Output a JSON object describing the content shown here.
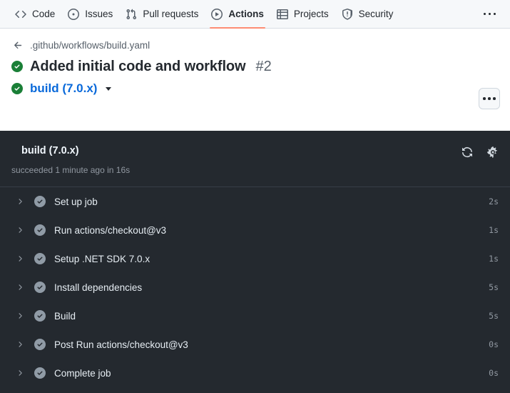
{
  "repo_nav": {
    "items": [
      {
        "label": "Code",
        "icon": "code-icon",
        "selected": false
      },
      {
        "label": "Issues",
        "icon": "issue-opened-icon",
        "selected": false
      },
      {
        "label": "Pull requests",
        "icon": "git-pull-request-icon",
        "selected": false
      },
      {
        "label": "Actions",
        "icon": "play-circle-icon",
        "selected": true
      },
      {
        "label": "Projects",
        "icon": "table-icon",
        "selected": false
      },
      {
        "label": "Security",
        "icon": "shield-icon",
        "selected": false
      }
    ],
    "overflow_label": "...",
    "selected_underline_color": "#fd8c73"
  },
  "run_header": {
    "breadcrumb": ".github/workflows/build.yaml",
    "back_icon": "arrow-left-icon",
    "run_title": "Added initial code and workflow",
    "run_number": "#2",
    "run_status_icon": "check-circle-fill-icon",
    "job_link": "build (7.0.x)",
    "job_status_icon": "check-circle-fill-icon",
    "job_dropdown_icon": "triangle-down-icon",
    "kebab_label": "...",
    "success_color": "#1a7f37",
    "link_color": "#0969da"
  },
  "log_panel": {
    "job_name": "build (7.0.x)",
    "job_status_icon": "check-circle-fill-icon",
    "status_text": "succeeded 1 minute ago in 16s",
    "refresh_icon": "sync-icon",
    "settings_icon": "gear-icon",
    "background": "#24292f",
    "steps": [
      {
        "name": "Set up job",
        "duration": "2s",
        "status_icon": "check-circle-fill-icon",
        "chevron": "chevron-right-icon"
      },
      {
        "name": "Run actions/checkout@v3",
        "duration": "1s",
        "status_icon": "check-circle-fill-icon",
        "chevron": "chevron-right-icon"
      },
      {
        "name": "Setup .NET SDK 7.0.x",
        "duration": "1s",
        "status_icon": "check-circle-fill-icon",
        "chevron": "chevron-right-icon"
      },
      {
        "name": "Install dependencies",
        "duration": "5s",
        "status_icon": "check-circle-fill-icon",
        "chevron": "chevron-right-icon"
      },
      {
        "name": "Build",
        "duration": "5s",
        "status_icon": "check-circle-fill-icon",
        "chevron": "chevron-right-icon"
      },
      {
        "name": "Post Run actions/checkout@v3",
        "duration": "0s",
        "status_icon": "check-circle-fill-icon",
        "chevron": "chevron-right-icon"
      },
      {
        "name": "Complete job",
        "duration": "0s",
        "status_icon": "check-circle-fill-icon",
        "chevron": "chevron-right-icon"
      }
    ]
  }
}
